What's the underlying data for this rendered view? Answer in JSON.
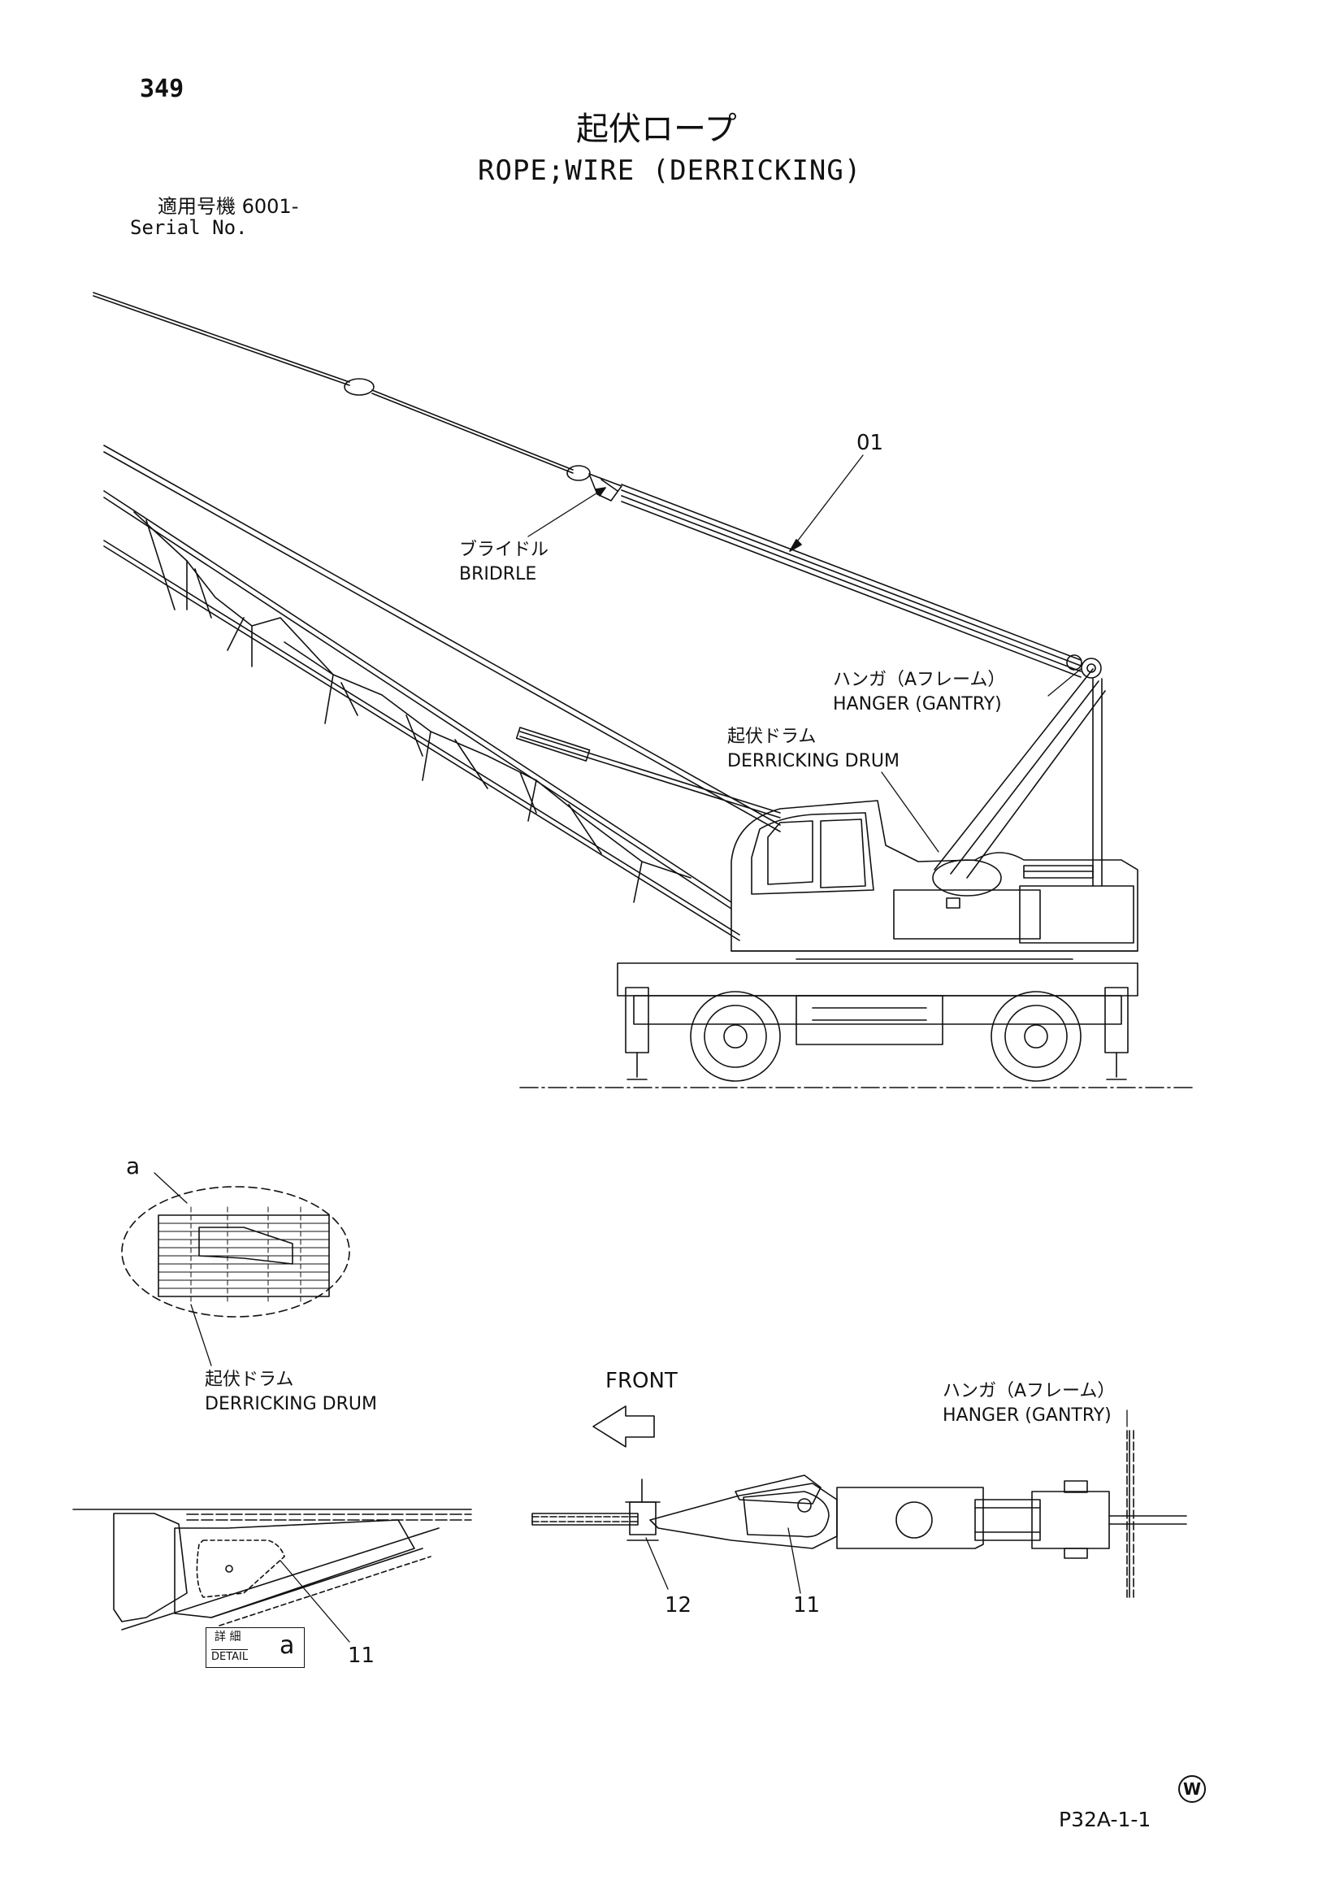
{
  "header": {
    "page_number": "349",
    "title_jp": "起伏ロープ",
    "title_en": "ROPE;WIRE (DERRICKING)",
    "serial_jp": "適用号機  6001-",
    "serial_en": "Serial No."
  },
  "main_view": {
    "callout_01": "01",
    "bridle_jp": "ブライドル",
    "bridle_en": "BRIDRLE",
    "hanger_jp": "ハンガ（Aフレーム）",
    "hanger_en": "HANGER (GANTRY)",
    "drum_jp": "起伏ドラム",
    "drum_en": "DERRICKING DRUM"
  },
  "detail_view": {
    "callout_a": "a",
    "drum_jp": "起伏ドラム",
    "drum_en": "DERRICKING DRUM",
    "callout_11": "11",
    "box_jp": "詳 細",
    "box_en": "DETAIL",
    "box_letter": "a"
  },
  "rope_end_view": {
    "front_label": "FRONT",
    "hanger_jp": "ハンガ（Aフレーム）",
    "hanger_en": "HANGER (GANTRY)",
    "callout_12": "12",
    "callout_11": "11"
  },
  "footer": {
    "watermark": "W",
    "code": "P32A-1-1"
  }
}
